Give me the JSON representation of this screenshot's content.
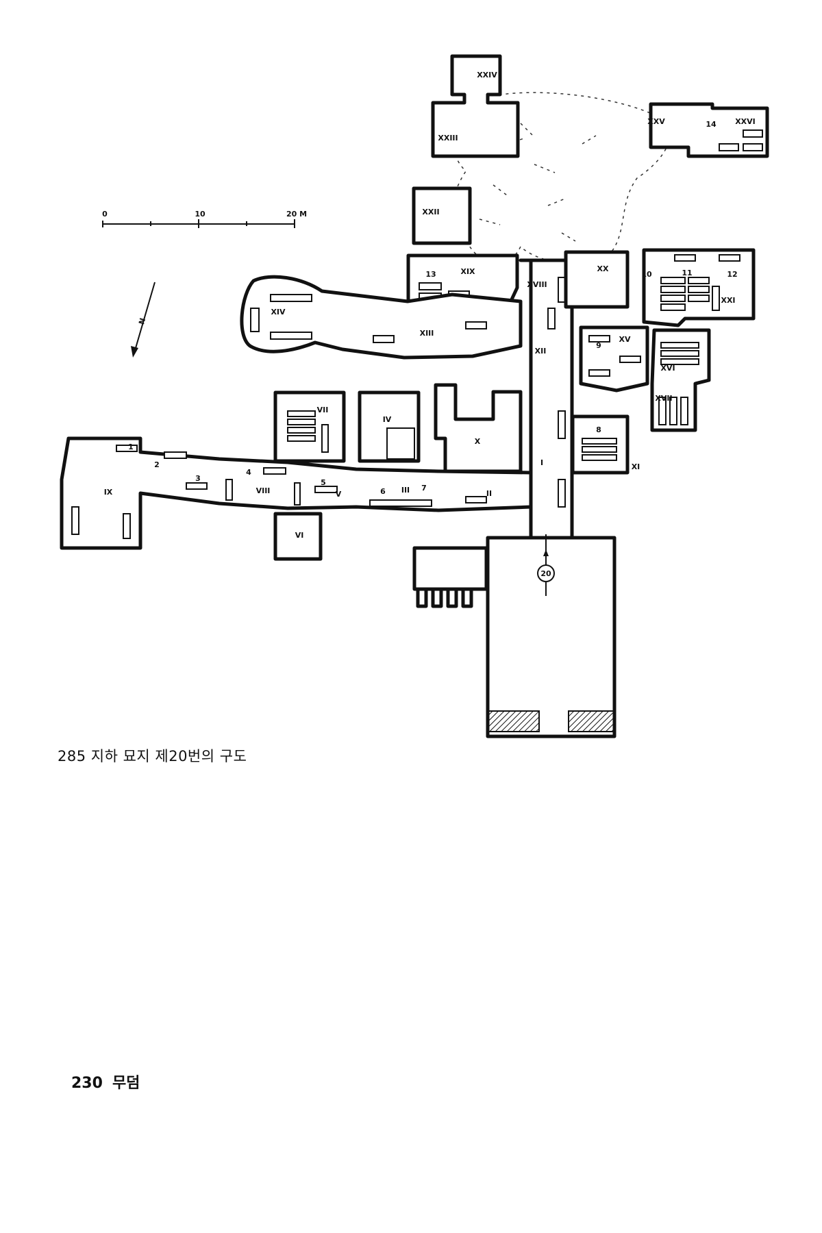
{
  "figure": {
    "caption": "285 지하 묘지 제20번의 구도",
    "scale_bar": {
      "start": "0",
      "mid": "10",
      "end": "20 M"
    },
    "north_label": "N",
    "entrance_marker": "20",
    "room_labels": [
      "XXIV",
      "XXIII",
      "XXV",
      "14",
      "XXVI",
      "XXII",
      "XIX",
      "13",
      "XVIII",
      "XX",
      "10",
      "11",
      "12",
      "XXI",
      "XIV",
      "XIII",
      "XII",
      "XV",
      "9",
      "XVI",
      "XVII",
      "VII",
      "IV",
      "X",
      "8",
      "XI",
      "I",
      "1",
      "2",
      "3",
      "4",
      "VIII",
      "5",
      "V",
      "6",
      "III",
      "7",
      "II",
      "IX",
      "VI"
    ]
  },
  "footer": {
    "page_number": "230",
    "section": "무덤"
  }
}
